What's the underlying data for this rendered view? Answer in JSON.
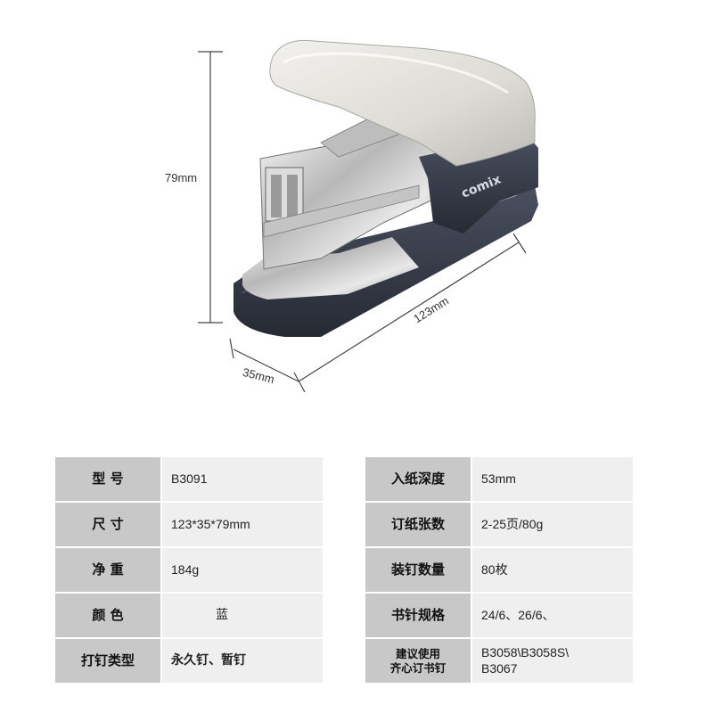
{
  "dimensions": {
    "height": "79mm",
    "length": "123mm",
    "width": "35mm"
  },
  "brand_label": "comix",
  "specs_left": [
    {
      "key": "型  号",
      "value": "B3091"
    },
    {
      "key": "尺  寸",
      "value": "123*35*79mm"
    },
    {
      "key": "净  重",
      "value": "184g"
    },
    {
      "key": "颜  色",
      "value": "蓝"
    },
    {
      "key": "打钉类型",
      "value": "永久钉、暂钉"
    }
  ],
  "specs_right": [
    {
      "key": "入纸深度",
      "value": "53mm"
    },
    {
      "key": "订纸张数",
      "value": "2-25页/80g"
    },
    {
      "key": "装钉数量",
      "value": "80枚"
    },
    {
      "key": "书针规格",
      "value": "24/6、26/6、"
    },
    {
      "key": "建议使用\n齐心订书钉",
      "value": "B3058\\B3058S\\\nB3067"
    }
  ],
  "colors": {
    "key_bg": "#c8c8c8",
    "value_bg": "#efefef",
    "stapler_top": "#e6e4df",
    "stapler_base": "#3c4250"
  }
}
